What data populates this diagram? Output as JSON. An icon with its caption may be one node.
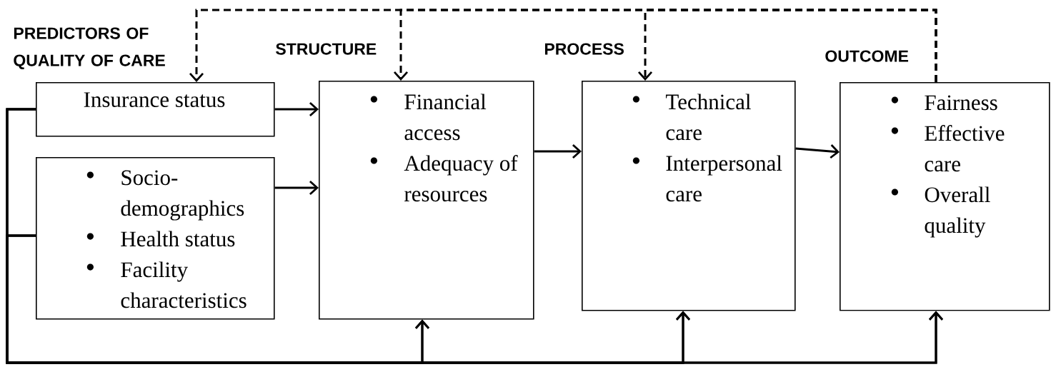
{
  "diagram": {
    "nodes": [
      {
        "text": [
          "Insurance status"
        ]
      },
      {
        "text": [
          "Socio-demographics",
          "Health status",
          "Facility characteristics"
        ]
      },
      {
        "text": [
          "Financial access",
          "Adequacy of resources"
        ]
      },
      {
        "text": [
          "Technical care",
          "Interpersonal care"
        ]
      },
      {
        "text": [
          "Fairness",
          "Effective care",
          "Overall quality"
        ]
      }
    ],
    "edges": [
      {
        "from": 0,
        "to": 2,
        "arrow": "to"
      },
      {
        "from": 1,
        "to": 2,
        "arrow": "to"
      },
      {
        "from": 2,
        "to": 3,
        "arrow": "to"
      },
      {
        "from": 3,
        "to": 4,
        "arrow": "to"
      },
      {
        "from": 0,
        "to": 2,
        "arrow": "to"
      },
      {
        "from": 0,
        "to": 3,
        "arrow": "to"
      },
      {
        "from": 0,
        "to": 4,
        "arrow": "to"
      },
      {
        "from": 1,
        "to": 2,
        "arrow": "to"
      },
      {
        "from": 1,
        "to": 3,
        "arrow": "to"
      },
      {
        "from": 1,
        "to": 4,
        "arrow": "to"
      },
      {
        "from": 4,
        "to": 3,
        "arrow": "to",
        "style": "dashed"
      },
      {
        "from": 4,
        "to": 2,
        "arrow": "to",
        "style": "dashed"
      },
      {
        "from": 4,
        "to": 0,
        "arrow": "to",
        "style": "dashed"
      }
    ],
    "labels": [
      "PREDICTORS OF QUALITY OF CARE",
      "STRUCTURE",
      "PROCESS",
      "OUTCOME"
    ]
  }
}
